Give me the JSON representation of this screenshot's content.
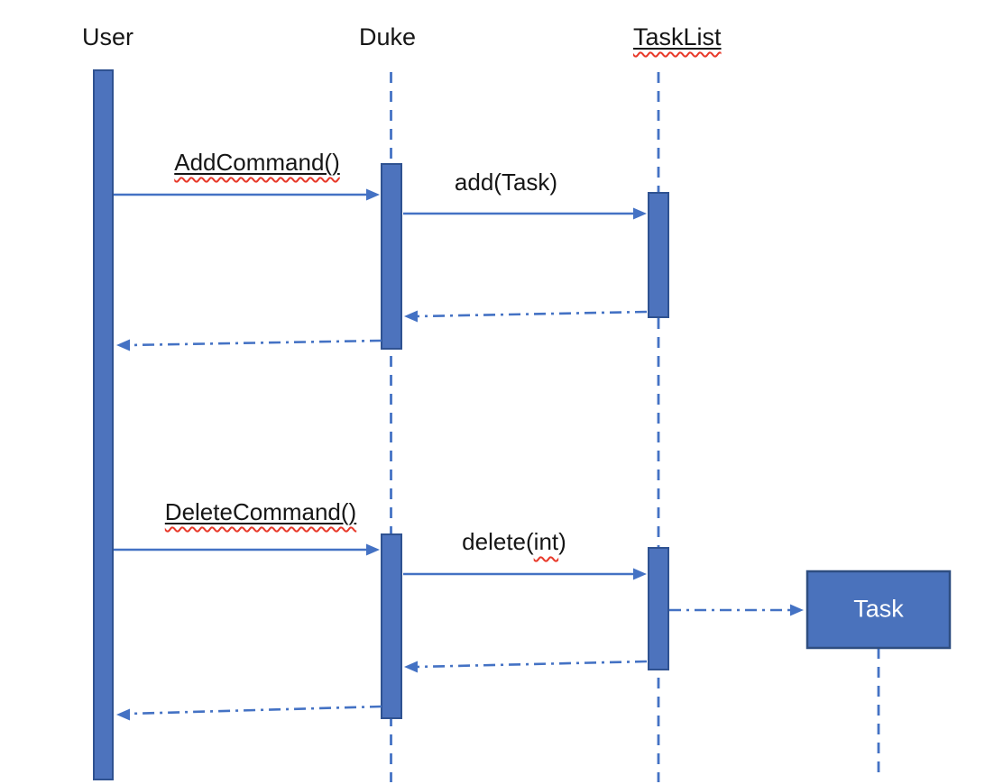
{
  "diagram": {
    "type": "uml-sequence-diagram",
    "participants": [
      {
        "id": "user",
        "label": "User",
        "black_underline": false,
        "spellcheck_squiggle": false
      },
      {
        "id": "duke",
        "label": "Duke",
        "black_underline": false,
        "spellcheck_squiggle": false
      },
      {
        "id": "tasklist",
        "label": "TaskList",
        "black_underline": true,
        "spellcheck_squiggle": true
      },
      {
        "id": "task",
        "label": "Task",
        "kind": "created-object-box"
      }
    ],
    "messages": [
      {
        "from": "user",
        "to": "duke",
        "label": "AddCommand()",
        "line": "solid",
        "black_underline": true,
        "spellcheck_squiggle": true
      },
      {
        "from": "duke",
        "to": "tasklist",
        "label": "add(Task)",
        "line": "solid"
      },
      {
        "from": "tasklist",
        "to": "duke",
        "label": "",
        "line": "dash-dot-return"
      },
      {
        "from": "duke",
        "to": "user",
        "label": "",
        "line": "dash-dot-return"
      },
      {
        "from": "user",
        "to": "duke",
        "label": "DeleteCommand()",
        "line": "solid",
        "black_underline": true,
        "spellcheck_squiggle": true
      },
      {
        "from": "duke",
        "to": "tasklist",
        "label": "delete(int)",
        "label_prefix": "delete(",
        "label_misspelled": "int",
        "label_suffix": ")",
        "line": "solid"
      },
      {
        "from": "tasklist",
        "to": "task",
        "label": "",
        "line": "dash-dot-create"
      },
      {
        "from": "tasklist",
        "to": "duke",
        "label": "",
        "line": "dash-dot-return"
      },
      {
        "from": "duke",
        "to": "user",
        "label": "",
        "line": "dash-dot-return"
      }
    ],
    "colors": {
      "arrow_blue": "#4472c4",
      "activation_bar_fill": "#4d73bd",
      "activation_bar_border": "#2f5291",
      "task_box_fill": "#4a72bc",
      "task_box_border": "#2e4d80",
      "task_box_text": "#ffffff",
      "label_text": "#161616",
      "spellcheck_red": "#e8392a",
      "background": "#ffffff"
    }
  }
}
